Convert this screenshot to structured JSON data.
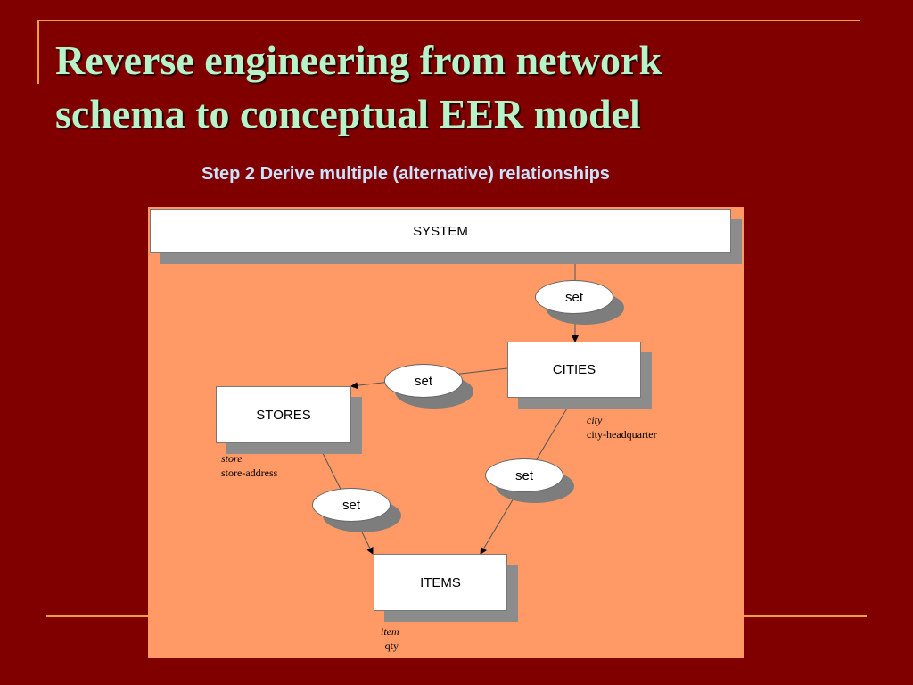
{
  "slide": {
    "title_line1": "Reverse engineering from network",
    "title_line2": "schema to conceptual EER model",
    "subtitle": "Step 2 Derive multiple (alternative) relationships"
  },
  "diagram": {
    "system_label": "SYSTEM",
    "cities_label": "CITIES",
    "stores_label": "STORES",
    "items_label": "ITEMS",
    "set_labels": [
      "set",
      "set",
      "set",
      "set"
    ],
    "cities_key": "city",
    "cities_attr": "city-headquarter",
    "stores_key": "store",
    "stores_attr": "store-address",
    "items_key": "item",
    "items_attr": "qty"
  },
  "colors": {
    "background": "#800000",
    "title": "#b6f3c9",
    "subtitle": "#c9e3ff",
    "diagram_bg": "#ff9966",
    "accent_line": "#e8a23a"
  }
}
